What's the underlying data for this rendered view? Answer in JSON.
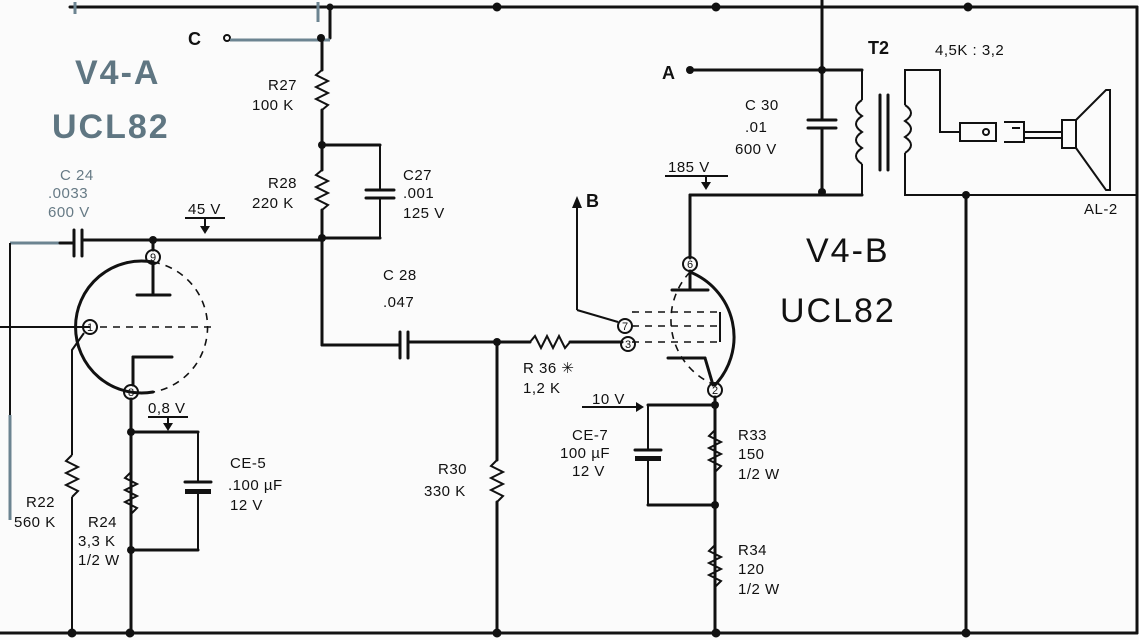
{
  "tube_a": {
    "name": "V4-A",
    "type": "UCL82",
    "pins": [
      "9",
      "1",
      "8"
    ]
  },
  "tube_b": {
    "name": "V4-B",
    "type": "UCL82",
    "pins": [
      "6",
      "7",
      "3",
      "2"
    ]
  },
  "nodes": {
    "a": "A",
    "b": "B",
    "c": "C"
  },
  "transformer": {
    "name": "T2",
    "ratio": "4,5K : 3,2"
  },
  "speaker": {
    "name": "AL-2"
  },
  "voltages": {
    "v45": "45 V",
    "v08": "0,8 V",
    "v185": "185 V",
    "v10": "10 V"
  },
  "components": {
    "r27": {
      "name": "R27",
      "value": "100 K"
    },
    "r28": {
      "name": "R28",
      "value": "220 K"
    },
    "c27": {
      "name": "C27",
      "value": ".001",
      "voltage": "125 V"
    },
    "c24": {
      "name": "C 24",
      "value": ".0033",
      "voltage": "600 V"
    },
    "c28": {
      "name": "C 28",
      "value": ".047"
    },
    "r36": {
      "name": "R 36 ✳",
      "value": "1,2 K"
    },
    "r30": {
      "name": "R30",
      "value": "330 K"
    },
    "c30": {
      "name": "C 30",
      "value": ".01",
      "voltage": "600 V"
    },
    "ce7": {
      "name": "CE-7",
      "value": "100 µF",
      "voltage": "12 V"
    },
    "r33": {
      "name": "R33",
      "value": "150",
      "power": "1/2 W"
    },
    "r34": {
      "name": "R34",
      "value": "120",
      "power": "1/2 W"
    },
    "ce5": {
      "name": "CE-5",
      "value": ".100 µF",
      "voltage": "12 V"
    },
    "r22": {
      "name": "R22",
      "value": "560 K"
    },
    "r24": {
      "name": "R24",
      "value": "3,3 K",
      "power": "1/2 W"
    }
  }
}
